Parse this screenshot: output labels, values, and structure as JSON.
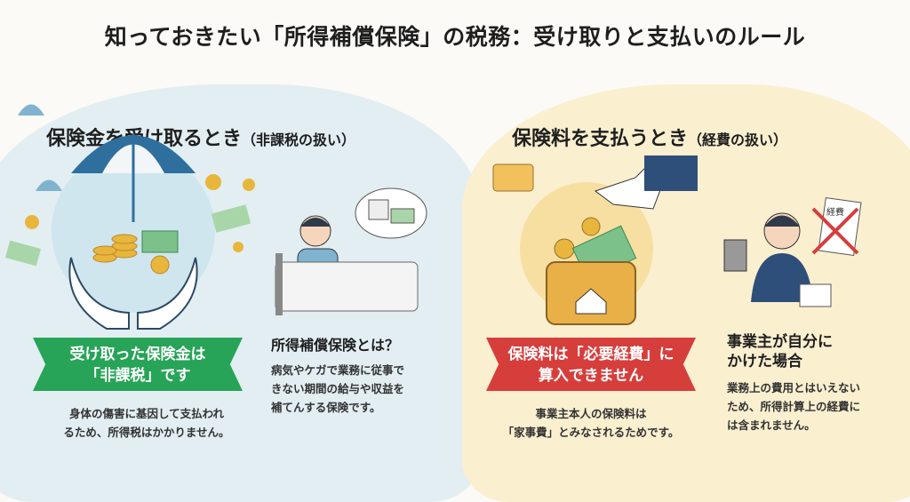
{
  "title": "知っておきたい「所得補償保険」の税務：受け取りと支払いのルール",
  "left": {
    "heading": "保険金を受け取るとき",
    "heading_note": "（非課税の扱い）",
    "banner": [
      "受け取った保険金は",
      "「非課税」です"
    ],
    "body": [
      "身体の傷害に基因して支払われ",
      "るため、所得税はかかりません。"
    ],
    "info_heading": "所得補償保険とは？",
    "info_body": [
      "病気やケガで業務に従事で",
      "きない期間の給与や収益を",
      "補てんする保険です。"
    ]
  },
  "right": {
    "heading": "保険料を支払うとき",
    "heading_note": "（経費の扱い）",
    "banner": [
      "保険料は「必要経費」に",
      "算入できません"
    ],
    "body": [
      "事業主本人の保険料は",
      "「家事費」とみなされるためです。"
    ],
    "info_heading": [
      "事業主が自分に",
      "かけた場合"
    ],
    "info_body": [
      "業務上の費用とはいえない",
      "ため、所得計算上の経費に",
      "は含まれません。"
    ],
    "doc_label": "経費"
  },
  "colors": {
    "green": "#27a457",
    "red": "#d63e3c",
    "blue_bg": "#e2eef2",
    "cream_bg": "#faefcf"
  }
}
